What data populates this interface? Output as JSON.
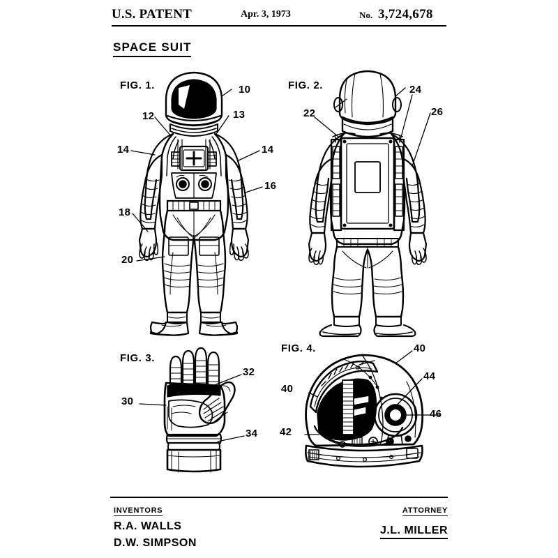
{
  "header": {
    "office": "U.S. PATENT",
    "date": "Apr. 3, 1973",
    "number_label": "No.",
    "number": "3,724,678"
  },
  "document": {
    "title": "SPACE SUIT"
  },
  "figures": [
    {
      "caption": "FIG. 1.",
      "subject": "space-suit-front-view",
      "refs": [
        {
          "id": "10",
          "side": "right"
        },
        {
          "id": "12",
          "side": "left"
        },
        {
          "id": "13",
          "side": "right"
        },
        {
          "id": "14",
          "side": "left"
        },
        {
          "id": "14",
          "side": "right"
        },
        {
          "id": "16",
          "side": "right"
        },
        {
          "id": "18",
          "side": "left"
        },
        {
          "id": "20",
          "side": "left"
        }
      ]
    },
    {
      "caption": "FIG. 2.",
      "subject": "space-suit-rear-view",
      "refs": [
        {
          "id": "22",
          "side": "left"
        },
        {
          "id": "24",
          "side": "right"
        },
        {
          "id": "26",
          "side": "right"
        }
      ]
    },
    {
      "caption": "FIG. 3.",
      "subject": "space-suit-glove",
      "refs": [
        {
          "id": "30",
          "side": "left"
        },
        {
          "id": "32",
          "side": "right"
        },
        {
          "id": "34",
          "side": "right"
        }
      ]
    },
    {
      "caption": "FIG. 4.",
      "subject": "space-suit-helmet",
      "refs": [
        {
          "id": "40",
          "side": "right"
        },
        {
          "id": "40",
          "side": "left"
        },
        {
          "id": "42",
          "side": "left"
        },
        {
          "id": "44",
          "side": "right"
        },
        {
          "id": "46",
          "side": "right"
        }
      ]
    }
  ],
  "footer": {
    "inventors_label": "INVENTORS",
    "inventors": [
      "R.A. WALLS",
      "D.W. SIMPSON"
    ],
    "attorney_label": "ATTORNEY",
    "attorney": "J.L. MILLER"
  },
  "colors": {
    "ink": "#000000",
    "paper": "#ffffff"
  }
}
